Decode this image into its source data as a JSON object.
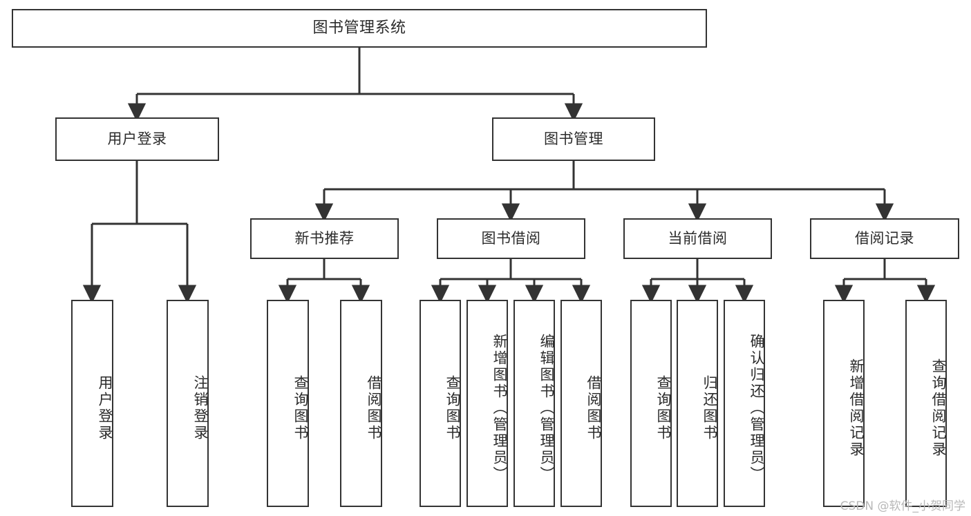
{
  "diagram": {
    "title": "图书管理系统",
    "type": "tree-hierarchy",
    "watermark": "CSDN @软件_小贺同学",
    "colors": {
      "background": "#ffffff",
      "box_border": "#333333",
      "box_fill": "#ffffff",
      "text": "#2b2b2b",
      "edge": "#333333",
      "watermark": "#b8b8b8"
    }
  },
  "nodes": {
    "root": {
      "label": "图书管理系统"
    },
    "level2": [
      {
        "label": "用户登录"
      },
      {
        "label": "图书管理"
      }
    ],
    "level3": [
      {
        "label": "新书推荐"
      },
      {
        "label": "图书借阅"
      },
      {
        "label": "当前借阅"
      },
      {
        "label": "借阅记录"
      }
    ],
    "leaves": {
      "user_login": [
        {
          "label": "用户登录"
        },
        {
          "label": "注销登录"
        }
      ],
      "new_book_recommend": [
        {
          "label": "查询图书"
        },
        {
          "label": "借阅图书"
        }
      ],
      "book_borrow": [
        {
          "label": "查询图书"
        },
        {
          "label": "新增图书（管理员）"
        },
        {
          "label": "编辑图书（管理员）"
        },
        {
          "label": "借阅图书"
        }
      ],
      "current_borrow": [
        {
          "label": "查询图书"
        },
        {
          "label": "归还图书"
        },
        {
          "label": "确认归还（管理员）"
        }
      ],
      "borrow_record": [
        {
          "label": "新增借阅记录"
        },
        {
          "label": "查询借阅记录"
        }
      ]
    }
  }
}
